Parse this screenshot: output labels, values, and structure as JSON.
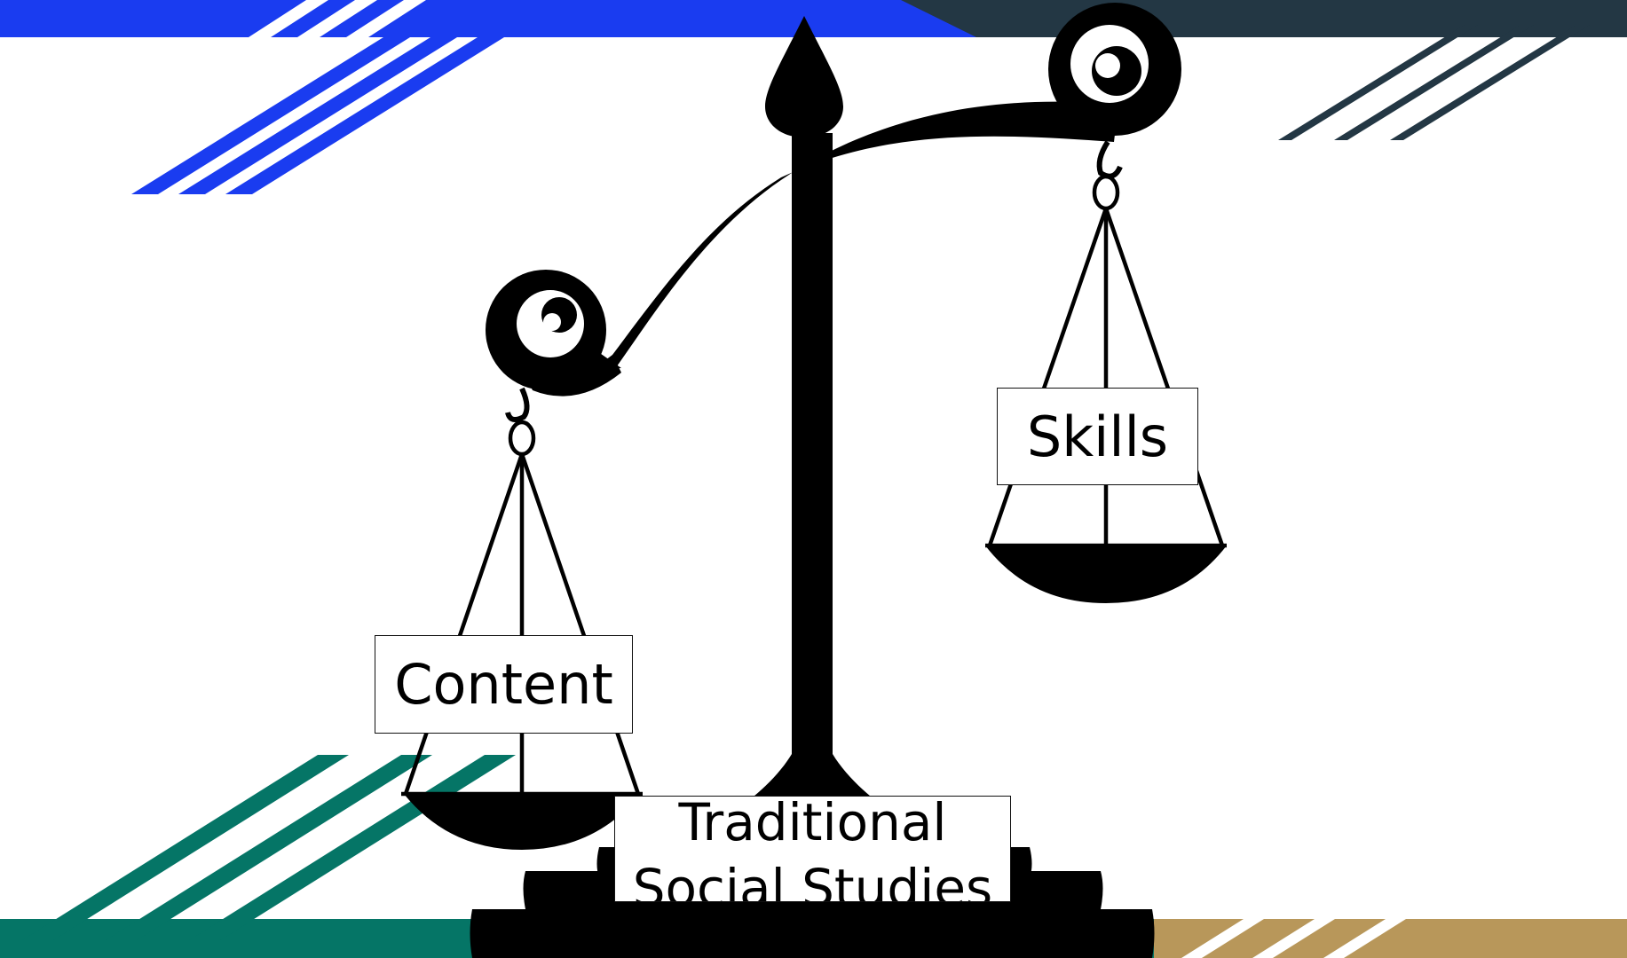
{
  "slide": {
    "labels": {
      "left_pan": "Content",
      "right_pan": "Skills",
      "base_line1": "Traditional",
      "base_line2": "Social Studies"
    },
    "colors": {
      "top_band_left": "#1a3cf0",
      "top_band_right": "#233744",
      "bottom_band_left": "#057566",
      "bottom_band_right": "#b8975a",
      "scale": "#000000",
      "background": "#ffffff"
    },
    "icons": {
      "scale": "balance-scale-icon"
    }
  }
}
